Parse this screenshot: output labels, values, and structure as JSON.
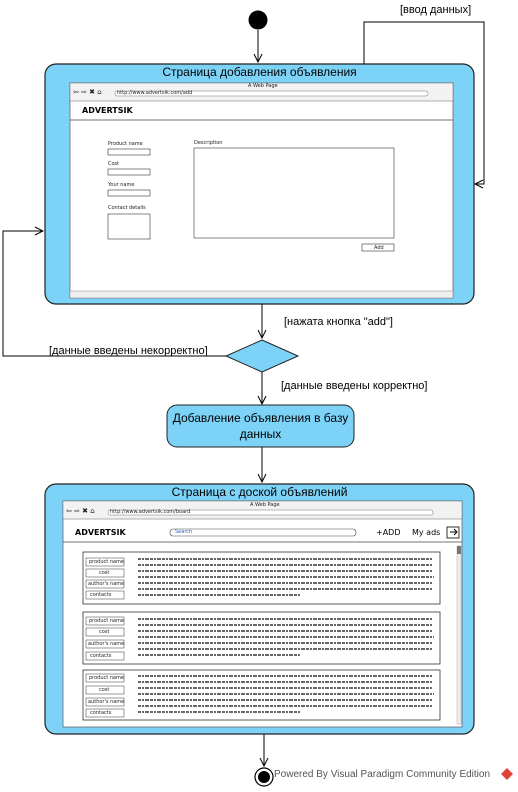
{
  "state_add": {
    "title": "Страница добавления объявления",
    "window_caption": "A Web Page",
    "url": "http://www.advertsik.com/add",
    "brand": "ADVERTSIK",
    "fields": [
      "Product name",
      "Cost",
      "Your name",
      "Contact details"
    ],
    "description_label": "Description",
    "add_button": "Add"
  },
  "guards": {
    "input": "[ввод данных]",
    "add_clicked": "[нажата кнопка \"add\"]",
    "incorrect": "[данные введены некорректно]",
    "correct": "[данные введены корректно]"
  },
  "action_add_to_db": "Добавление объявления в базу данных",
  "state_board": {
    "title": "Страница с доской объявлений",
    "window_caption": "A Web Page",
    "url": "http://www.advertsik.com/board",
    "brand": "ADVERTSIK",
    "search_placeholder": "Search",
    "nav_add": "+ADD",
    "nav_myads": "My ads",
    "cards": [
      {
        "fields": [
          "product name",
          "cost",
          "author's name",
          "contacts"
        ]
      },
      {
        "fields": [
          "product name",
          "cost",
          "author's name",
          "contacts"
        ]
      },
      {
        "fields": [
          "product name",
          "cost",
          "author's name",
          "contacts"
        ]
      }
    ]
  },
  "footer": "Powered By Visual Paradigm Community Edition",
  "colors": {
    "state_fill": "#7dd3f7",
    "state_border": "#222222",
    "window_bg": "#ffffff"
  }
}
